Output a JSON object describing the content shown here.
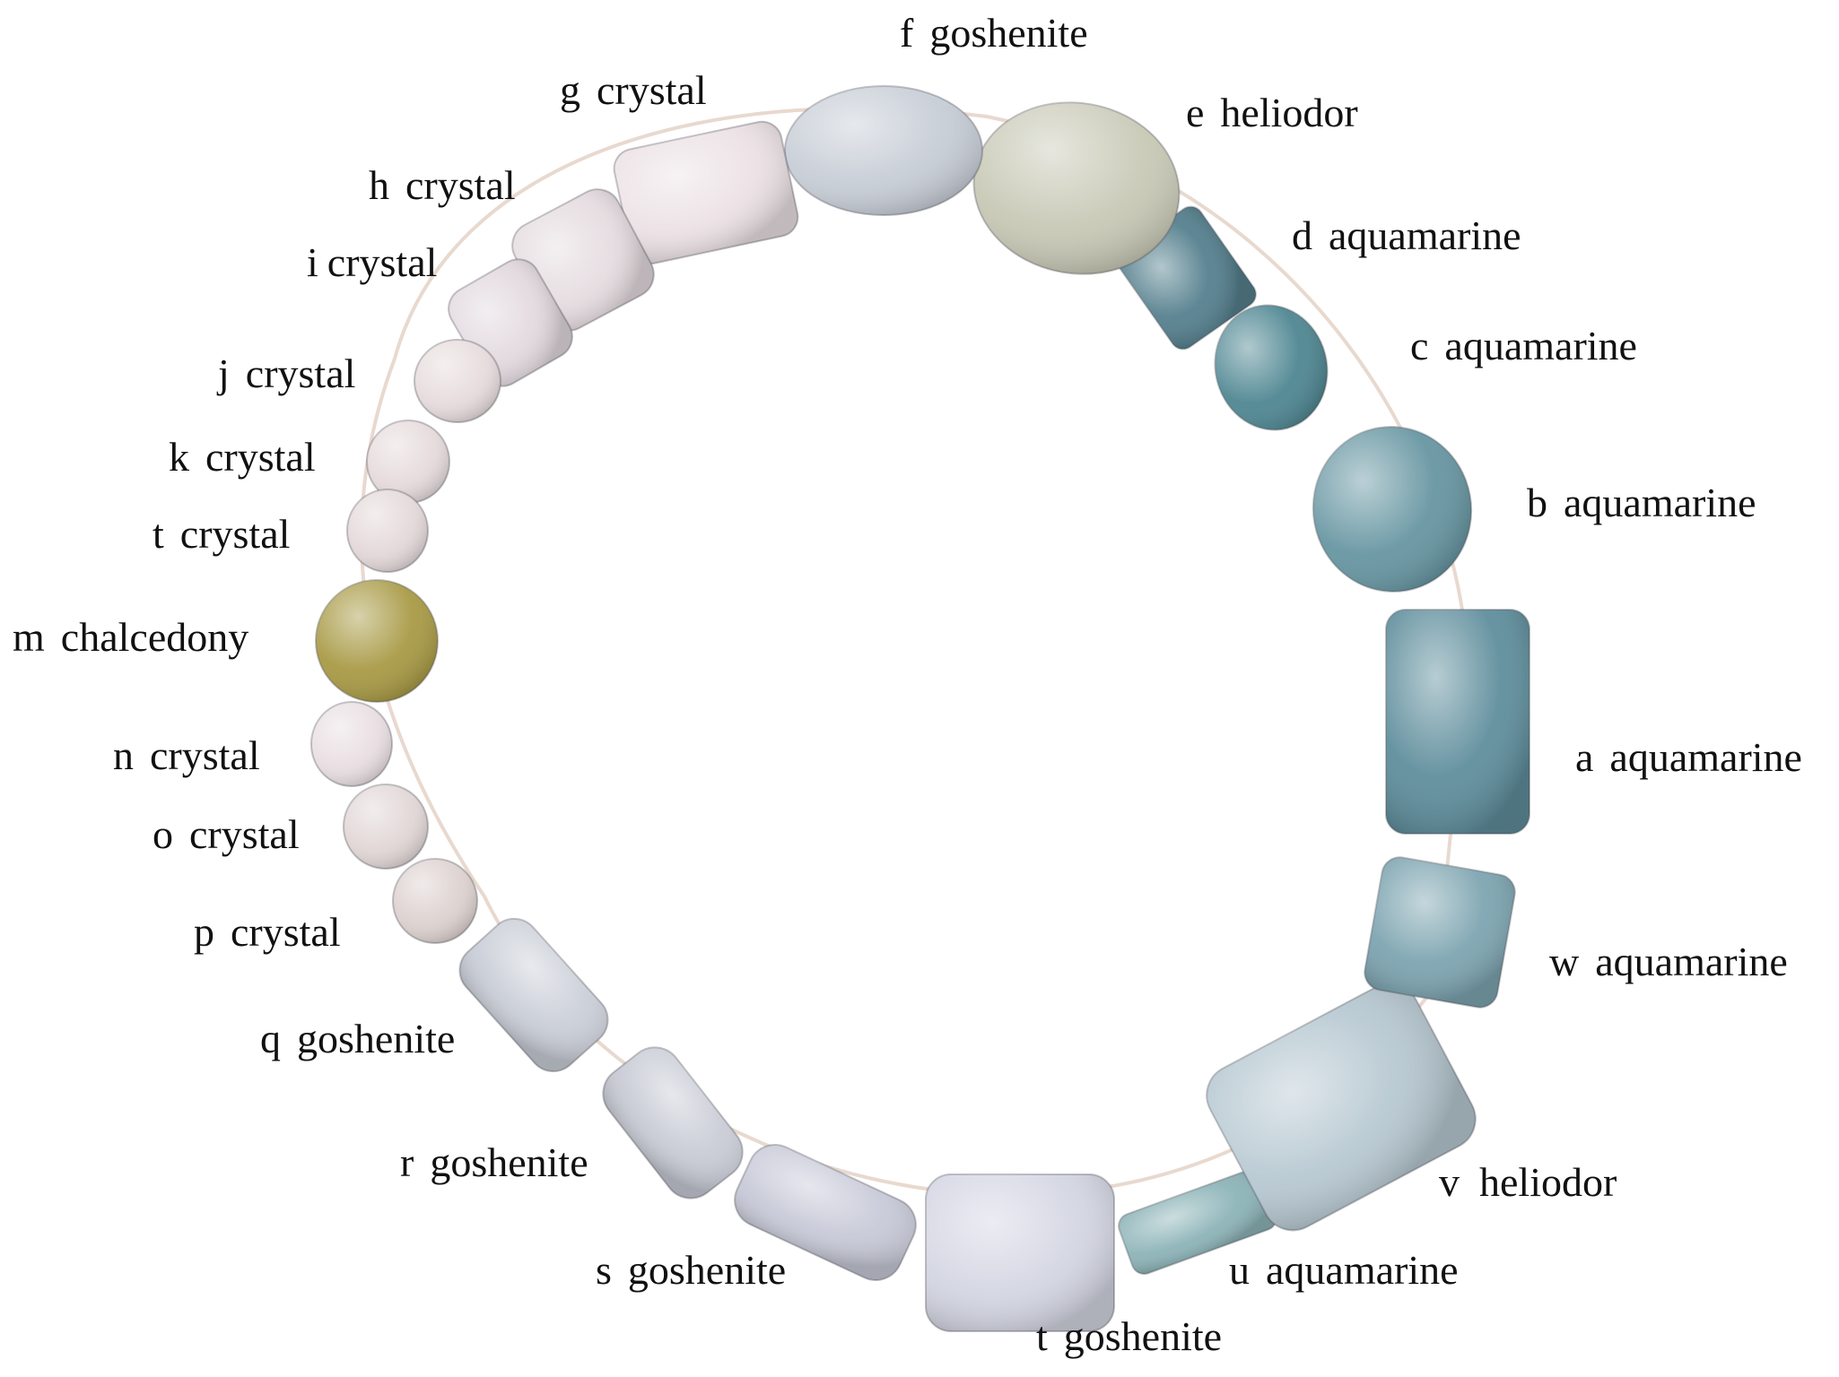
{
  "beads": [
    {
      "letter": "a",
      "mineral": "aquamarine",
      "color": "#5f8e9c"
    },
    {
      "letter": "b",
      "mineral": "aquamarine",
      "color": "#6796a2"
    },
    {
      "letter": "c",
      "mineral": "aquamarine",
      "color": "#4f8792"
    },
    {
      "letter": "d",
      "mineral": "aquamarine",
      "color": "#55808e"
    },
    {
      "letter": "e",
      "mineral": "heliodor",
      "color": "#c8c9b6"
    },
    {
      "letter": "f",
      "mineral": "goshenite",
      "color": "#c7cdd6"
    },
    {
      "letter": "g",
      "mineral": "crystal",
      "color": "#ece2e6"
    },
    {
      "letter": "h",
      "mineral": "crystal",
      "color": "#e6dde1"
    },
    {
      "letter": "i",
      "mineral": "crystal",
      "color": "#e3dadf"
    },
    {
      "letter": "j",
      "mineral": "crystal",
      "color": "#e7dcdd"
    },
    {
      "letter": "k",
      "mineral": "crystal",
      "color": "#e6dbdc"
    },
    {
      "letter": "t",
      "mineral": "crystal",
      "color": "#e4d9da"
    },
    {
      "letter": "m",
      "mineral": "chalcedony",
      "color": "#a89a45"
    },
    {
      "letter": "n",
      "mineral": "crystal",
      "color": "#e9dfe2"
    },
    {
      "letter": "o",
      "mineral": "crystal",
      "color": "#e2d7d7"
    },
    {
      "letter": "p",
      "mineral": "crystal",
      "color": "#ddd2d0"
    },
    {
      "letter": "q",
      "mineral": "goshenite",
      "color": "#cbcfd8"
    },
    {
      "letter": "r",
      "mineral": "goshenite",
      "color": "#c9ccd6"
    },
    {
      "letter": "s",
      "mineral": "goshenite",
      "color": "#c8cad8"
    },
    {
      "letter": "t",
      "mineral": "goshenite",
      "color": "#d4d6e3"
    },
    {
      "letter": "u",
      "mineral": "aquamarine",
      "color": "#8db4b8"
    },
    {
      "letter": "v",
      "mineral": "heliodor",
      "color": "#b8c9d2"
    },
    {
      "letter": "w",
      "mineral": "aquamarine",
      "color": "#7ea5b1"
    }
  ]
}
